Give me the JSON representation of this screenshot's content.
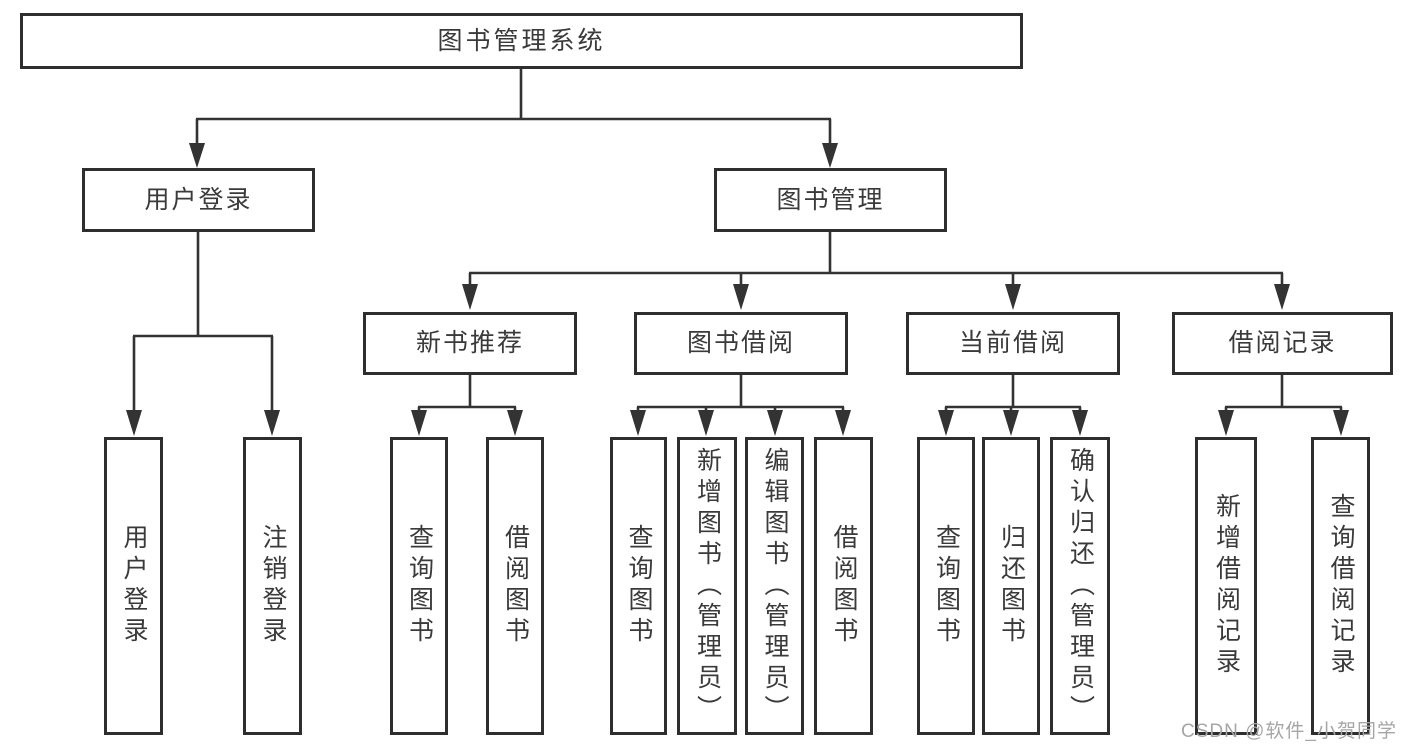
{
  "title": "图书管理系统",
  "level1": [
    {
      "label": "用户登录"
    },
    {
      "label": "图书管理"
    }
  ],
  "level2": [
    {
      "label": "新书推荐"
    },
    {
      "label": "图书借阅"
    },
    {
      "label": "当前借阅"
    },
    {
      "label": "借阅记录"
    }
  ],
  "leaves": [
    {
      "label": "用户登录"
    },
    {
      "label": "注销登录"
    },
    {
      "label": "查询图书"
    },
    {
      "label": "借阅图书"
    },
    {
      "label": "查询图书"
    },
    {
      "label": "新增图书（管理员）"
    },
    {
      "label": "编辑图书（管理员）"
    },
    {
      "label": "借阅图书"
    },
    {
      "label": "查询图书"
    },
    {
      "label": "归还图书"
    },
    {
      "label": "确认归还（管理员）"
    },
    {
      "label": "新增借阅记录"
    },
    {
      "label": "查询借阅记录"
    }
  ],
  "watermark": {
    "text": "CSDN @软件_小贺同学"
  },
  "colors": {
    "line": "#333333",
    "border": "#2e2e2e",
    "text": "#3a3a3a",
    "background": "#ffffff",
    "watermark": "#a6a6a6"
  }
}
